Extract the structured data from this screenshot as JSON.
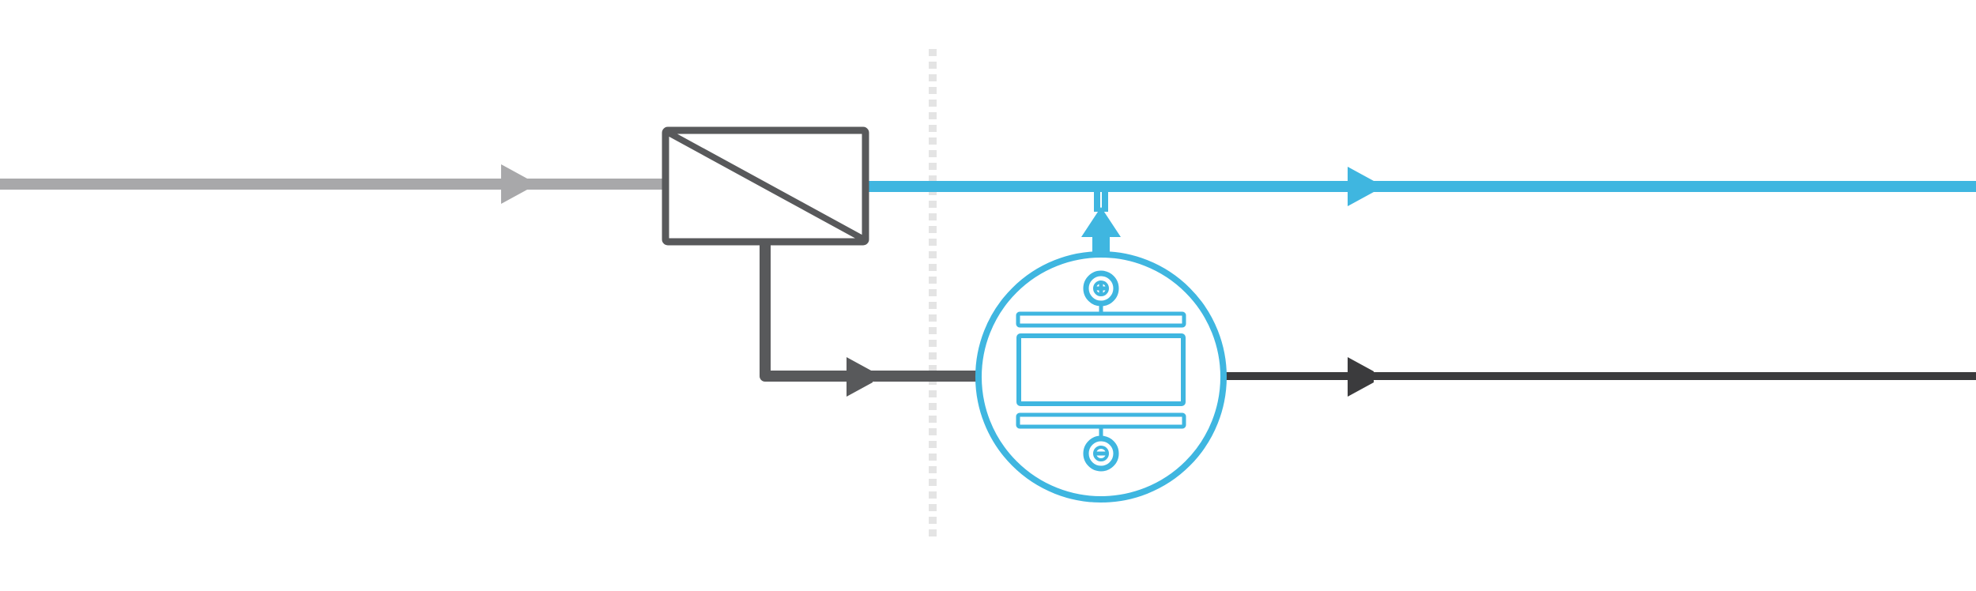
{
  "diagram": {
    "kind": "process-flow",
    "colors": {
      "background": "#ffffff",
      "feed_line": "#a8a8aa",
      "unit_outline": "#58595b",
      "product_line": "#3fb6e0",
      "outlet_line": "#3b3b3d",
      "divider": "#e4e4e4",
      "electrochemical_unit": "#3fb6e0"
    },
    "icons": {
      "membrane_unit": "diagonal-split-rectangle-icon",
      "cell_unit": "electrochemical-cell-icon",
      "positive_terminal": "plus-terminal-icon",
      "negative_terminal": "minus-terminal-icon"
    },
    "divider_style": "dotted",
    "stream_count": 4
  }
}
